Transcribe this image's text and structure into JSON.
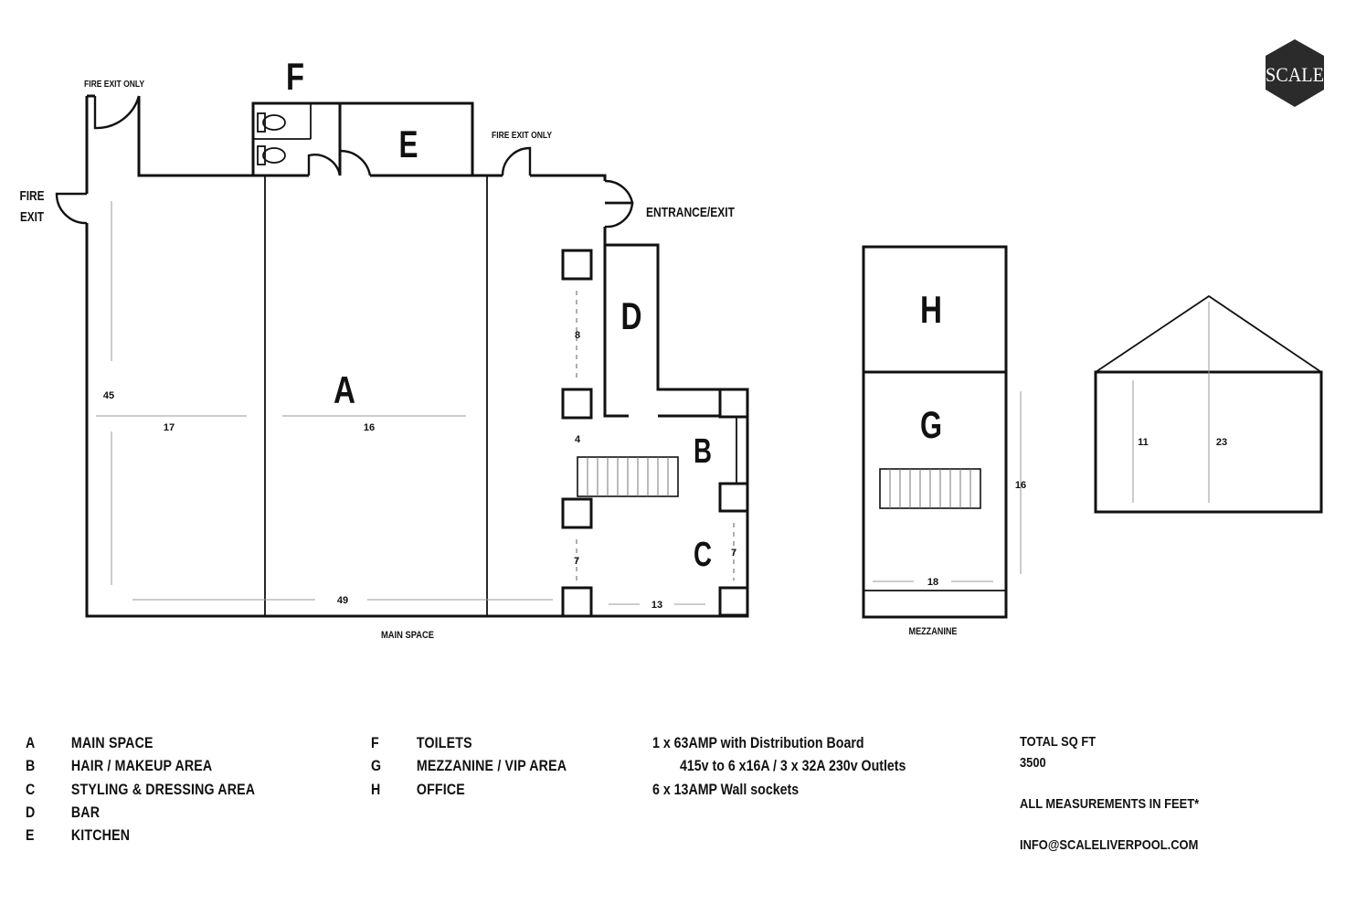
{
  "logo": {
    "text": "SCALE",
    "color": "#2b2b2b"
  },
  "floorplan": {
    "labels": {
      "fire_exit_only_1": "FIRE EXIT ONLY",
      "fire_exit_only_2": "FIRE EXIT ONLY",
      "fire_exit_line1": "FIRE",
      "fire_exit_line2": "EXIT",
      "entrance_exit": "ENTRANCE/EXIT",
      "main_space": "MAIN SPACE",
      "mezzanine": "MEZZANINE"
    },
    "areas": {
      "A": "A",
      "B": "B",
      "C": "C",
      "D": "D",
      "E": "E",
      "F": "F",
      "G": "G",
      "H": "H"
    },
    "dimensions": {
      "main_depth": "45",
      "width_left": "17",
      "width_a": "16",
      "main_length": "49",
      "pillar_gap_top": "8",
      "pillar_gap_mid": "4",
      "pillar_gap_bottom": "7",
      "c_depth": "7",
      "c_width": "13",
      "mezz_depth": "16",
      "mezz_width": "18",
      "elev_wall": "11",
      "elev_peak": "23"
    }
  },
  "legend": {
    "col1": [
      {
        "key": "A",
        "value": "MAIN SPACE"
      },
      {
        "key": "B",
        "value": "HAIR / MAKEUP AREA"
      },
      {
        "key": "C",
        "value": "STYLING & DRESSING AREA"
      },
      {
        "key": "D",
        "value": "BAR"
      },
      {
        "key": "E",
        "value": "KITCHEN"
      }
    ],
    "col2": [
      {
        "key": "F",
        "value": "TOILETS"
      },
      {
        "key": "G",
        "value": "MEZZANINE / VIP AREA"
      },
      {
        "key": "H",
        "value": "OFFICE"
      }
    ],
    "power": [
      "1 x 63AMP with Distribution Board",
      "415v to 6 x16A / 3 x 32A 230v Outlets",
      "6 x 13AMP Wall sockets"
    ],
    "total_label": "TOTAL SQ FT",
    "total_value": "3500",
    "measure_note": "ALL MEASUREMENTS IN FEET*",
    "email": "INFO@SCALELIVERPOOL.COM"
  }
}
